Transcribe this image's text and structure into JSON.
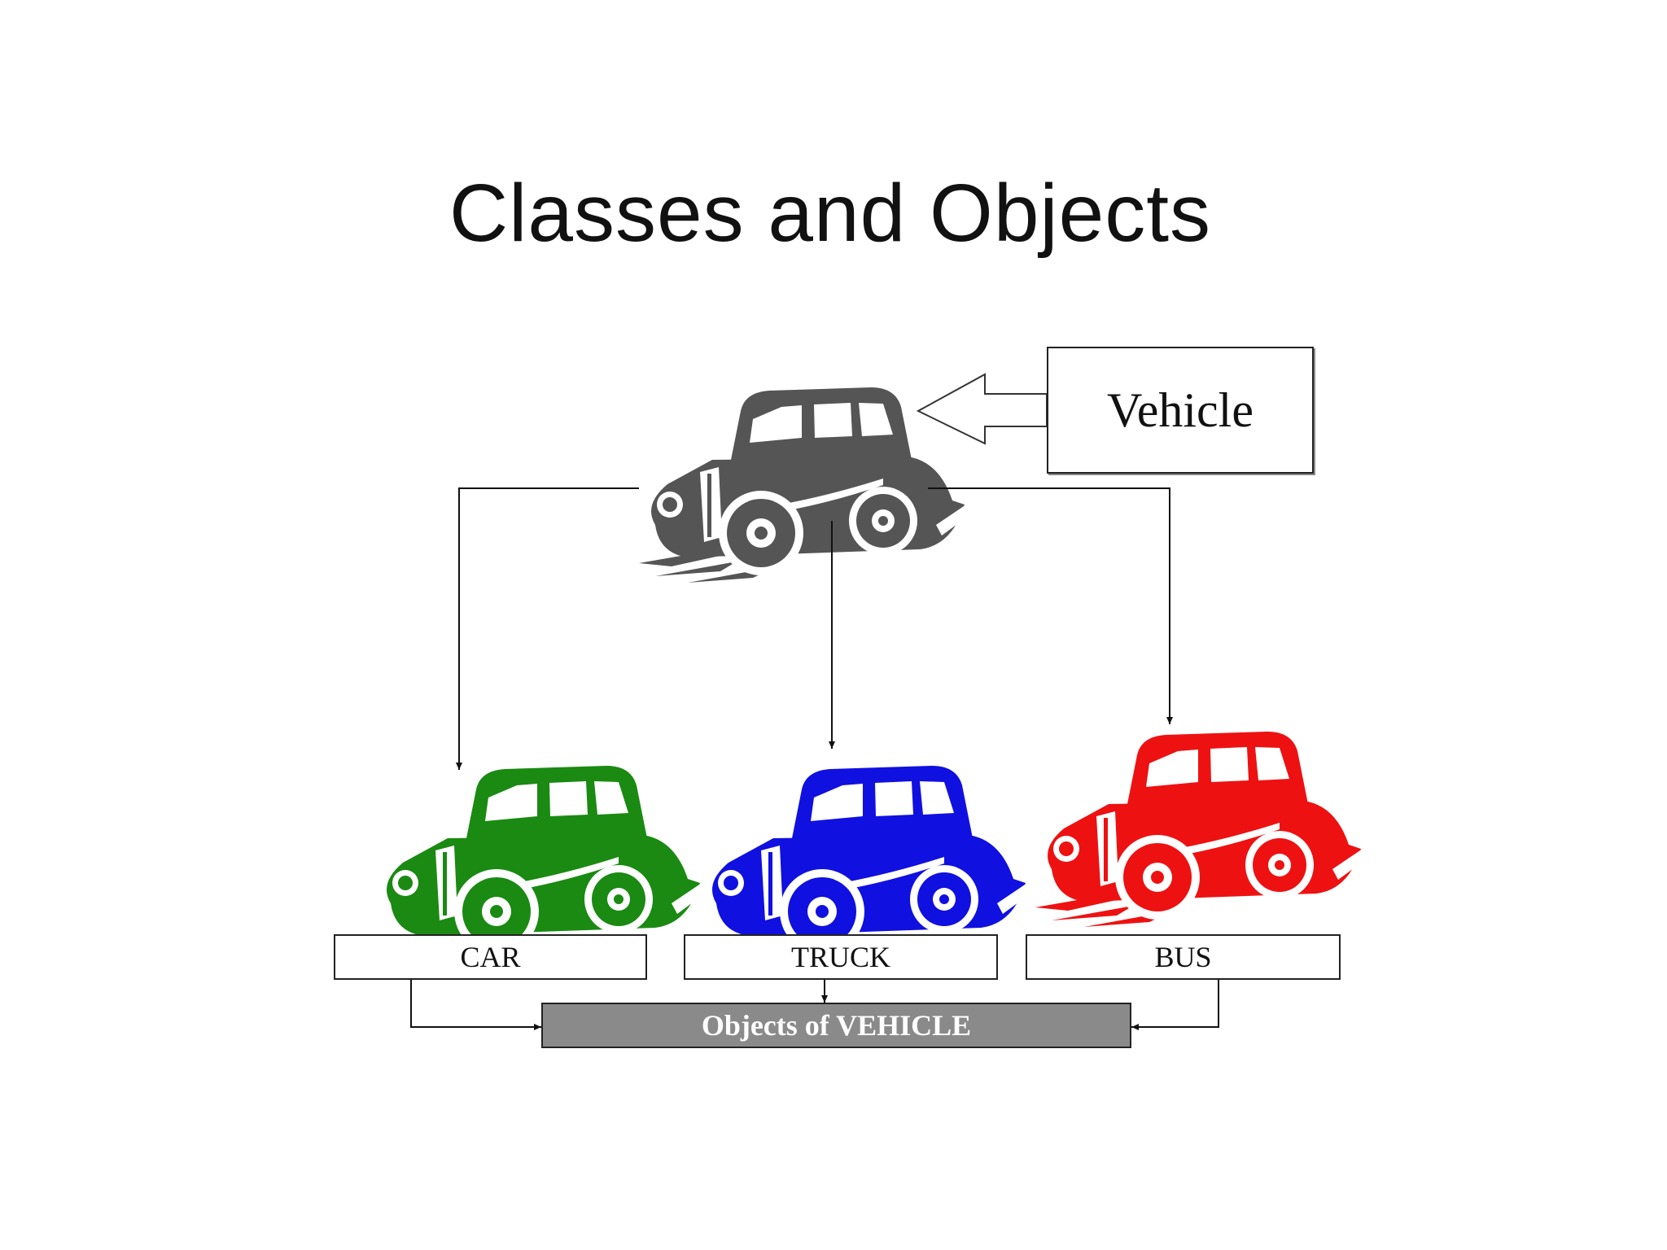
{
  "title": "Classes and Objects",
  "class_label": "Vehicle",
  "objects": [
    {
      "label": "CAR",
      "color": "#1a8a12"
    },
    {
      "label": "TRUCK",
      "color": "#1010e0"
    },
    {
      "label": "BUS",
      "color": "#ee1111"
    }
  ],
  "parent_car_color": "#555555",
  "objects_bar_label": "Objects of VEHICLE",
  "icons": [
    "parent-car-icon",
    "car-icon",
    "truck-icon",
    "bus-icon"
  ]
}
